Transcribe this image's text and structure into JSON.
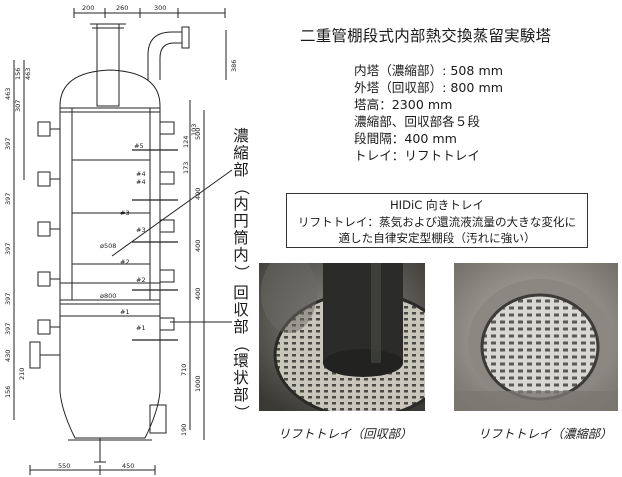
{
  "title": "二重管棚段式内部熱交換蒸留実験塔",
  "specs": [
    "内塔（濃縮部）: 508 mm",
    "外塔（回収部）: 800 mm",
    "塔高：2300 mm",
    "濃縮部、回収部各５段",
    "段間隔：400 mm",
    "トレイ：リフトトレイ"
  ],
  "note": {
    "heading": "HIDiC 向きトレイ",
    "line1": "リフトトレイ：蒸気および還流液流量の大きな変化に",
    "line2": "適した自律安定型棚段（汚れに強い）"
  },
  "labels": {
    "rectifying": [
      "濃",
      "縮",
      "部",
      "（",
      "内",
      "円",
      "筒",
      "内",
      "）"
    ],
    "stripping": [
      "回",
      "収",
      "部",
      "（",
      "環",
      "状",
      "部",
      "）"
    ]
  },
  "captions": {
    "left": "リフトトレイ（回収部）",
    "right": "リフトトレイ（濃縮部）"
  },
  "drawing": {
    "top_dims": [
      "200",
      "260",
      "300"
    ],
    "bottom_dims": [
      "550",
      "450"
    ],
    "left_dims": [
      "463",
      "156",
      "463",
      "307",
      "397",
      "397",
      "397",
      "397",
      "397",
      "430",
      "210",
      "156"
    ],
    "right_dims": [
      "386",
      "500",
      "124",
      "103",
      "173",
      "400",
      "400",
      "400",
      "710",
      "1000",
      "190"
    ],
    "tray_marks": [
      "#5",
      "#4",
      "#4",
      "#3",
      "#3",
      "#2",
      "#2",
      "#1",
      "#1"
    ],
    "diameters": [
      "ø508",
      "ø800"
    ]
  }
}
